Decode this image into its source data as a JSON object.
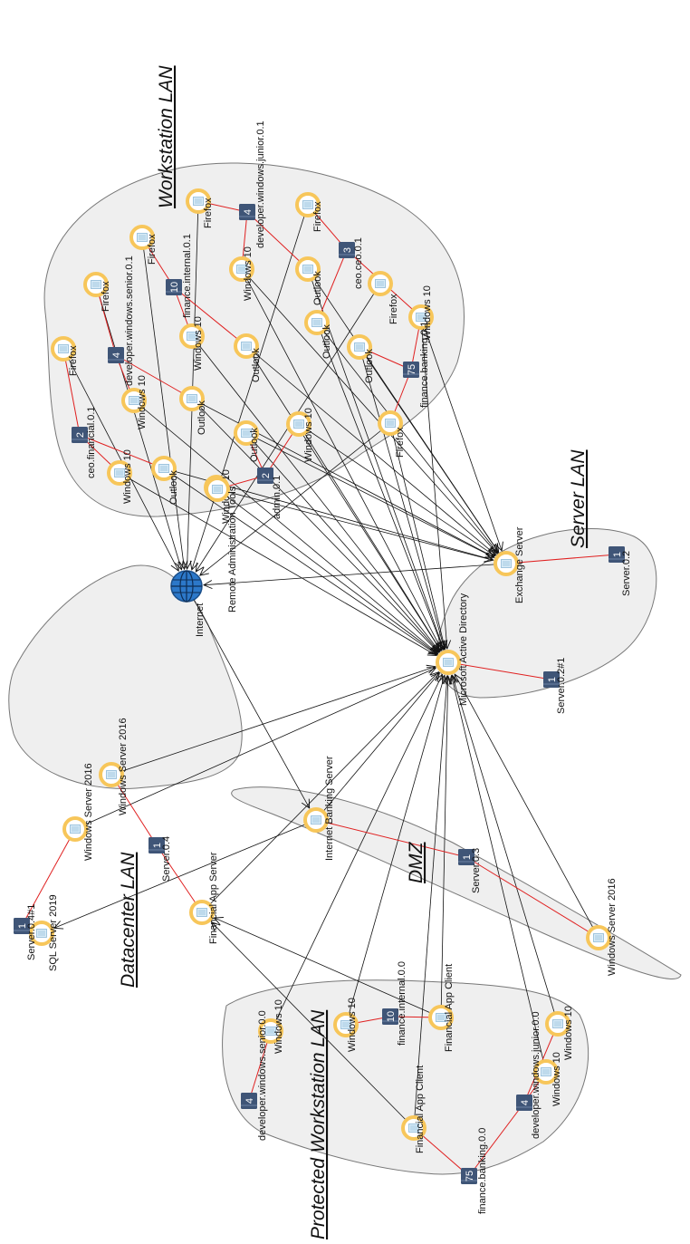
{
  "zones": [
    {
      "id": "ws",
      "label": "Workstation LAN"
    },
    {
      "id": "srv",
      "label": "Server LAN"
    },
    {
      "id": "dc",
      "label": "Datacenter LAN"
    },
    {
      "id": "dmz",
      "label": "DMZ"
    },
    {
      "id": "pws",
      "label": "Protected Workstation LAN"
    }
  ],
  "nodes": [
    {
      "id": "internet",
      "kind": "globe",
      "label": "Internet"
    },
    {
      "id": "ws_ff1",
      "kind": "software",
      "label": "Firefox"
    },
    {
      "id": "ws_ff2",
      "kind": "software",
      "label": "Firefox"
    },
    {
      "id": "ws_ff3",
      "kind": "software",
      "label": "Firefox"
    },
    {
      "id": "ws_ff4",
      "kind": "software",
      "label": "Firefox"
    },
    {
      "id": "ws_ff5",
      "kind": "software",
      "label": "Firefox"
    },
    {
      "id": "ws_ff6",
      "kind": "software",
      "label": "Firefox"
    },
    {
      "id": "ws_ffb",
      "kind": "software",
      "label": "Firefox"
    },
    {
      "id": "ws_ol1",
      "kind": "software",
      "label": "Outlook"
    },
    {
      "id": "ws_ol2",
      "kind": "software",
      "label": "Outlook"
    },
    {
      "id": "ws_ol3",
      "kind": "software",
      "label": "Outlook"
    },
    {
      "id": "ws_ol4",
      "kind": "software",
      "label": "Outlook"
    },
    {
      "id": "ws_ol5",
      "kind": "software",
      "label": "Outlook"
    },
    {
      "id": "ws_ol6",
      "kind": "software",
      "label": "Outlook"
    },
    {
      "id": "ws_ol7",
      "kind": "software",
      "label": "Outlook"
    },
    {
      "id": "ws_w1",
      "kind": "software",
      "label": "Windows 10"
    },
    {
      "id": "ws_w2",
      "kind": "software",
      "label": "Windows 10"
    },
    {
      "id": "ws_w3",
      "kind": "software",
      "label": "Windows 10"
    },
    {
      "id": "ws_w4",
      "kind": "software",
      "label": "Windows 10"
    },
    {
      "id": "ws_w5",
      "kind": "software",
      "label": "Windows 10"
    },
    {
      "id": "ws_w6",
      "kind": "software",
      "label": "Windows 10"
    },
    {
      "id": "ws_w7",
      "kind": "software",
      "label": "Windows 10"
    },
    {
      "id": "ws_rat",
      "kind": "software",
      "label": "Remote Administration Tools"
    },
    {
      "id": "h_fin01",
      "kind": "host",
      "count": "2",
      "label": "ceo.financial.0.1"
    },
    {
      "id": "h_devsen01",
      "kind": "host",
      "count": "4",
      "label": "developer.windows.senior.0.1"
    },
    {
      "id": "h_finint01",
      "kind": "host",
      "count": "10",
      "label": "finance.internal.0.1"
    },
    {
      "id": "h_devjun01",
      "kind": "host",
      "count": "4",
      "label": "developer.windows.junior.0.1"
    },
    {
      "id": "h_ceo01",
      "kind": "host",
      "count": "3",
      "label": "ceo.ceo.0.1"
    },
    {
      "id": "h_finbank01",
      "kind": "host",
      "count": "75",
      "label": "finance.banking.0.1"
    },
    {
      "id": "h_admin01",
      "kind": "host",
      "count": "2",
      "label": "admin.0.1"
    },
    {
      "id": "exchange",
      "kind": "software",
      "label": "Exchange Server"
    },
    {
      "id": "ad",
      "kind": "software",
      "label": "Microsoft Active Directory"
    },
    {
      "id": "h_srv02",
      "kind": "host",
      "count": "1",
      "label": "Server.0.2"
    },
    {
      "id": "h_srv021",
      "kind": "host",
      "count": "1",
      "label": "Server.0.2#1"
    },
    {
      "id": "dc_ws1",
      "kind": "software",
      "label": "Windows Server 2016"
    },
    {
      "id": "dc_ws2",
      "kind": "software",
      "label": "Windows Server 2016"
    },
    {
      "id": "dc_sql",
      "kind": "software",
      "label": "SQL Server 2019"
    },
    {
      "id": "dc_fas",
      "kind": "software",
      "label": "Financial App Server"
    },
    {
      "id": "h_srv04",
      "kind": "host",
      "count": "1",
      "label": "Server.0.4"
    },
    {
      "id": "h_srv041",
      "kind": "host",
      "count": "1",
      "label": "Server.0.4#1"
    },
    {
      "id": "dmz_ibs",
      "kind": "software",
      "label": "Internet Banking Server"
    },
    {
      "id": "dmz_ws",
      "kind": "software",
      "label": "Windows Server 2016"
    },
    {
      "id": "h_srv03",
      "kind": "host",
      "count": "1",
      "label": "Server.0.3"
    },
    {
      "id": "p_w1",
      "kind": "software",
      "label": "Windows 10"
    },
    {
      "id": "p_w2",
      "kind": "software",
      "label": "Windows 10"
    },
    {
      "id": "p_w3",
      "kind": "software",
      "label": "Windows 10"
    },
    {
      "id": "p_w4",
      "kind": "software",
      "label": "Windows 10"
    },
    {
      "id": "p_fac1",
      "kind": "software",
      "label": "Financial App Client"
    },
    {
      "id": "p_fac2",
      "kind": "software",
      "label": "Financial App Client"
    },
    {
      "id": "h_finint00",
      "kind": "host",
      "count": "10",
      "label": "finance.internal.0.0"
    },
    {
      "id": "h_devsen00",
      "kind": "host",
      "count": "4",
      "label": "developer.windows.senior.0.0"
    },
    {
      "id": "h_finbank00",
      "kind": "host",
      "count": "75",
      "label": "finance.banking.0.0"
    },
    {
      "id": "h_devjun00",
      "kind": "host",
      "count": "4",
      "label": "developer.windows.junior.0.0"
    }
  ]
}
